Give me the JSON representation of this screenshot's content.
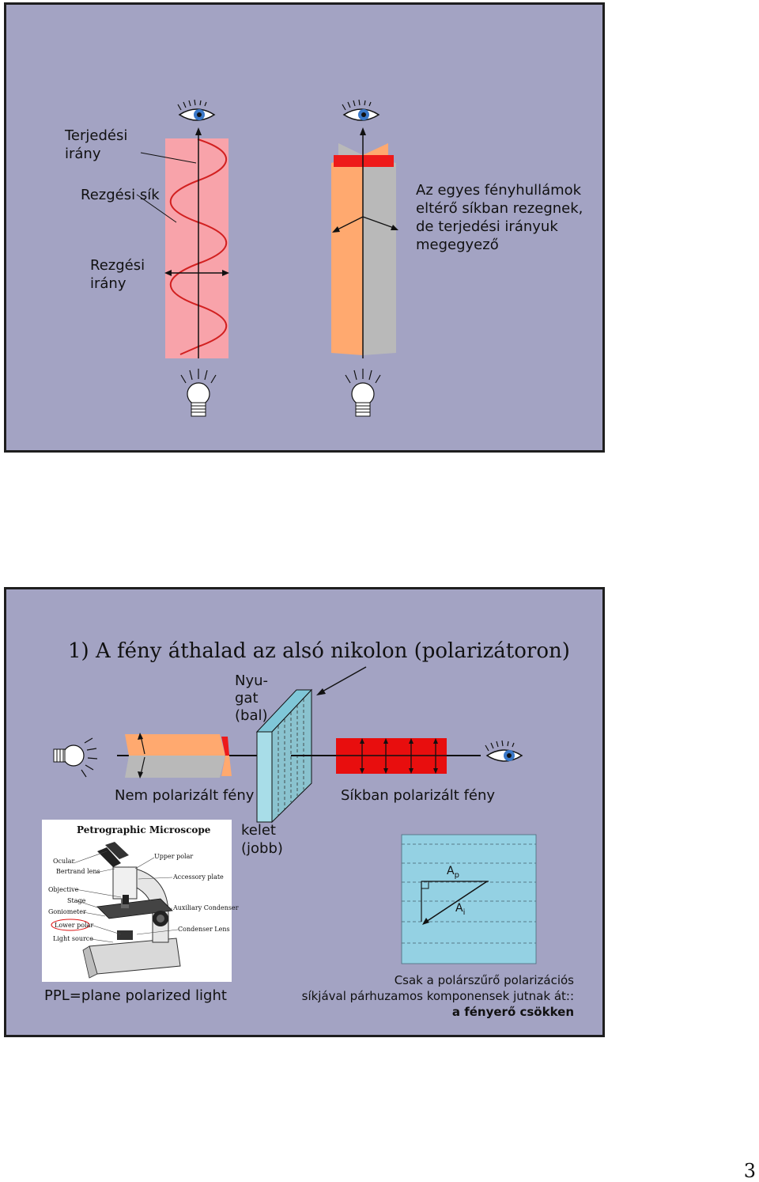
{
  "slide1": {
    "label_terjedesi_1": "Terjedési",
    "label_terjedesi_2": "irány",
    "label_rezgesi_sik": "Rezgési sík",
    "label_rezgesi_irany_1": "Rezgési",
    "label_rezgesi_irany_2": "irány",
    "desc_line1": "Az egyes fényhullámok",
    "desc_line2": "eltérő síkban rezegnek,",
    "desc_line3": "de terjedési irányuk",
    "desc_line4": "megegyező"
  },
  "slide2": {
    "title": "1) A fény áthalad az alsó nikolon (polarizátoron)",
    "nyugat_1": "Nyu-",
    "nyugat_2": "gat",
    "nyugat_3": "(bal)",
    "kelet_1": "kelet",
    "kelet_2": "(jobb)",
    "label_unpolarized": "Nem polarizált fény",
    "label_plane_polarized": "Síkban polarizált fény",
    "label_ap": "A",
    "label_ap_sub": "p",
    "label_ai": "A",
    "label_ai_sub": "i",
    "label_ppl": "PPL=plane polarized light",
    "caption_line1": "Csak a polárszűrő polarizációs",
    "caption_line2": "síkjával párhuzamos komponensek jutnak át::",
    "caption_line3": "a fényerő csökken",
    "microscope": {
      "title": "Petrographic Microscope",
      "ocular": "Ocular",
      "bertrand": "Bertrand lens",
      "objective": "Objective",
      "stage": "Stage",
      "goniometer": "Goniometer",
      "lower_polar": "Lower polar",
      "light_source": "Light source",
      "upper_polar": "Upper polar",
      "accessory_plate": "Accessory plate",
      "aux_condenser": "Auxiliary Condenser",
      "condenser_lens": "Condenser Lens"
    }
  },
  "page_number": "3"
}
